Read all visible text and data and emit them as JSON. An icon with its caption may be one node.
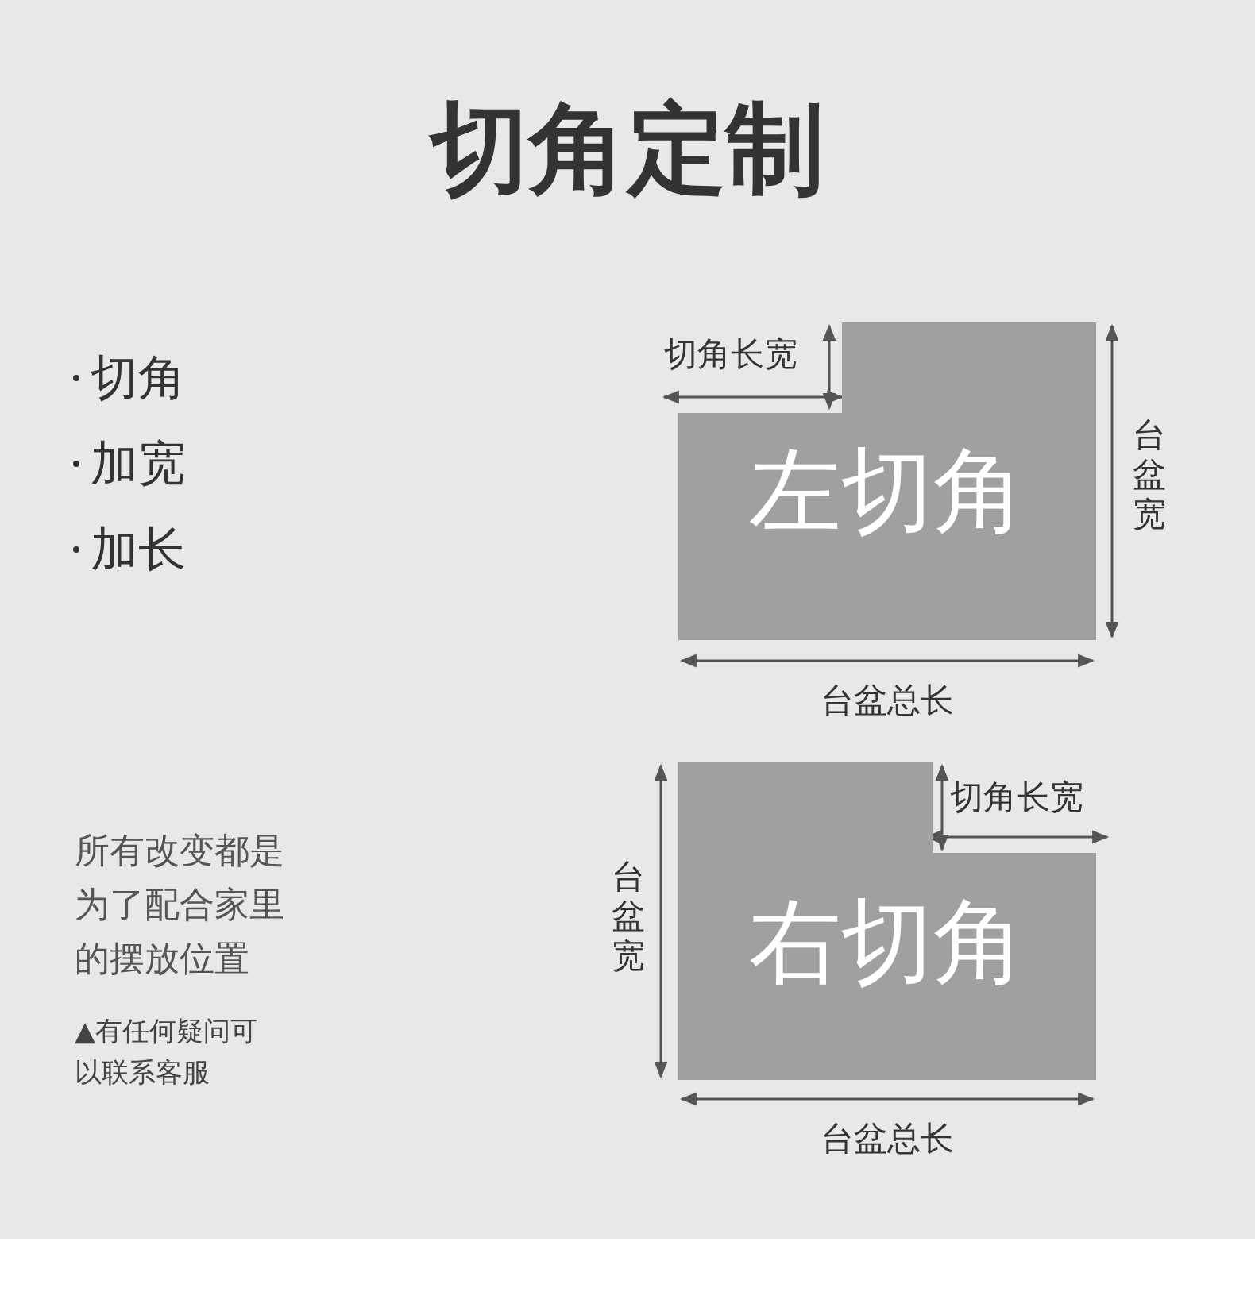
{
  "diagram": {
    "title": "切角定制",
    "nodes": [
      {
        "text": [
          "左切角"
        ]
      },
      {
        "text": [
          "右切角"
        ]
      }
    ],
    "labels": [
      "切角",
      "加宽",
      "加长",
      "切角长宽",
      "台盆宽",
      "台盆总长",
      "所有改变都是为了配合家里的摆放位置",
      "切角长宽",
      "台盆宽",
      "台盆总长",
      "▲有任何疑问可以联系客服"
    ]
  }
}
